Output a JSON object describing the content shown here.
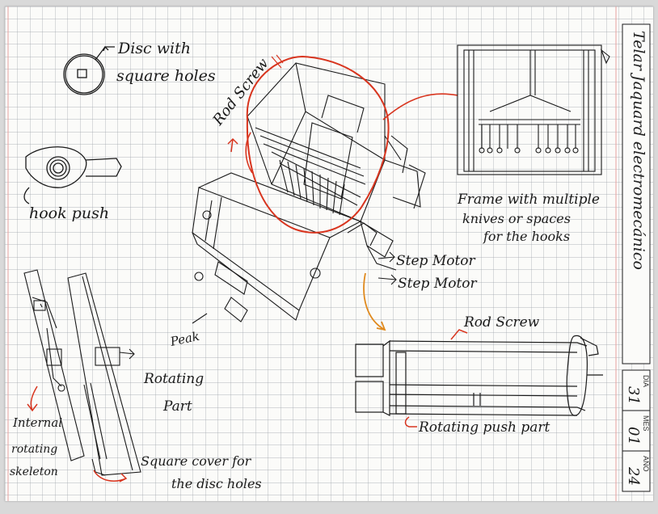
{
  "annotations": {
    "disc": [
      "Disc with",
      "square holes"
    ],
    "hook_push": "hook push",
    "rod_screw_top": "Rod Screw",
    "frame": [
      "Frame with multiple",
      "knives or spaces",
      "for the hooks"
    ],
    "step_motor_1": "Step Motor",
    "step_motor_2": "Step Motor",
    "peak": "Peak",
    "rotating_part": [
      "Rotating",
      "Part"
    ],
    "internal": [
      "Internal",
      "rotating",
      "skeleton"
    ],
    "square_cover": [
      "Square cover for",
      "the disc holes"
    ],
    "rod_screw_bottom": "Rod Screw",
    "rotating_push_part": "Rotating push part"
  },
  "title_box": {
    "title": "Telar Jaquard electromecánico",
    "dia_label": "DIA",
    "mes_label": "MES",
    "ano_label": "AÑO",
    "dia": "31",
    "mes": "01",
    "ano": "24"
  },
  "colors": {
    "red": "#d8351f",
    "orange": "#e08a1e",
    "ink": "#1a1a1a",
    "grid": "#9aa0a8",
    "margin_red": "#e7a0a0"
  }
}
